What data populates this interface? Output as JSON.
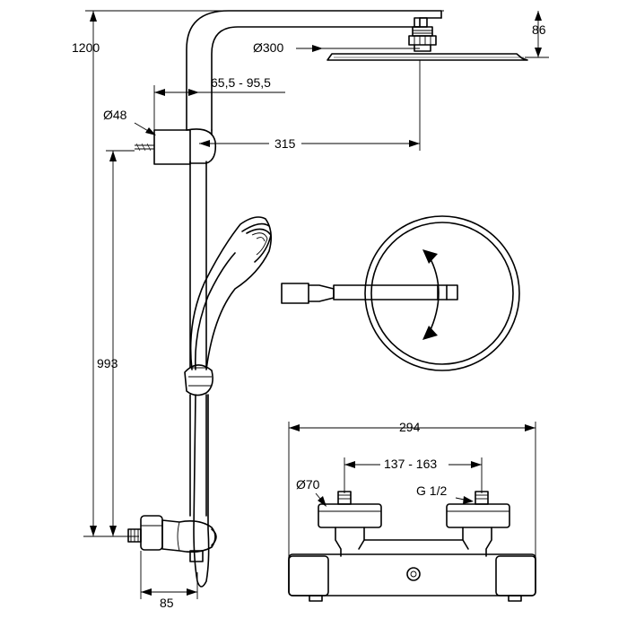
{
  "dimensions": {
    "overall_height": "1200",
    "head_height": "86",
    "head_diameter": "Ø300",
    "adjust_range": "65,5 - 95,5",
    "pipe_diameter": "Ø48",
    "arm_reach": "315",
    "bracket_height": "993",
    "wall_offset": "85",
    "valve_width": "294",
    "inlet_centres": "137 - 163",
    "handle_diameter": "Ø70",
    "thread": "G 1/2"
  },
  "icons": {
    "rotation": "rotation-arrow-icon"
  }
}
